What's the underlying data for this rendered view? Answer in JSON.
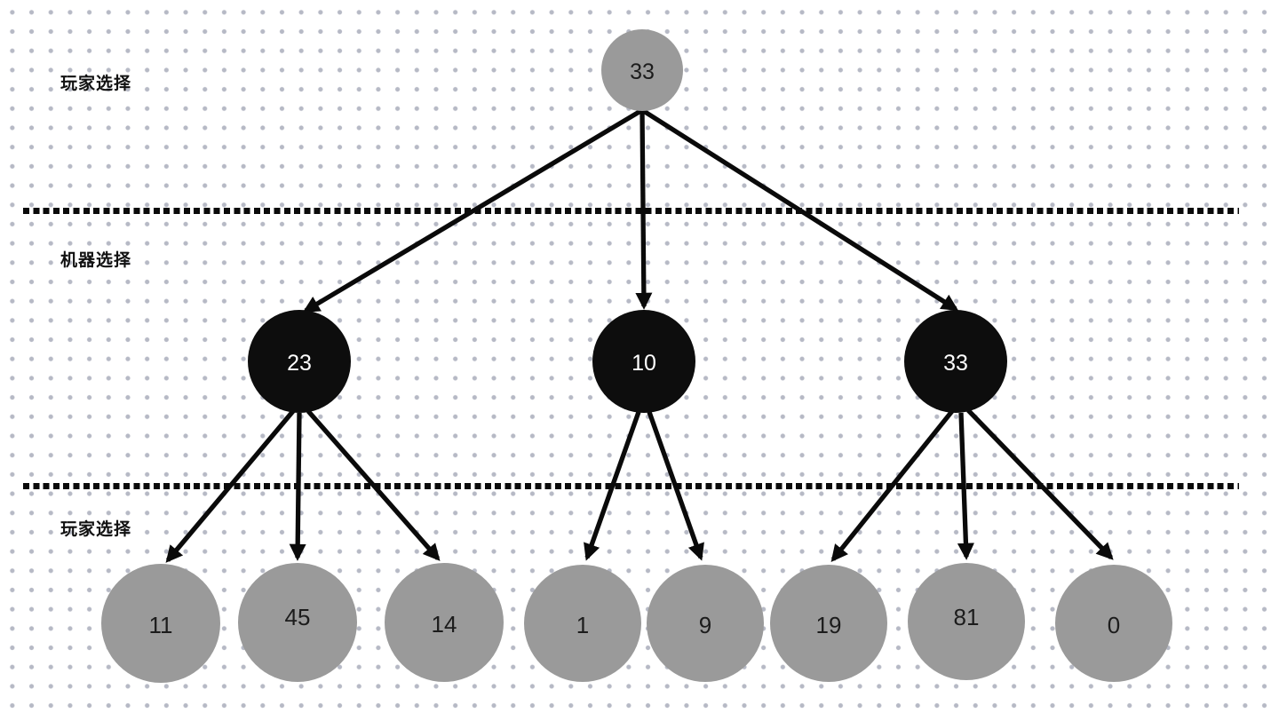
{
  "labels": {
    "level1": "玩家选择",
    "level2": "机器选择",
    "level3": "玩家选择"
  },
  "colors": {
    "canvas_bg": "#ffffff",
    "dot_grid": "#b6b9c5",
    "divider": "#0a0a0a",
    "edge": "#0a0a0a",
    "root_fill": "#9a9a9a",
    "machine_fill": "#0d0d0d",
    "leaf_fill": "#9a9a9a",
    "root_text": "#1c1c1c",
    "machine_text": "#ffffff",
    "leaf_text": "#1c1c1c"
  },
  "tree": {
    "root": {
      "value": "33",
      "level": "玩家选择"
    },
    "machine_nodes": [
      {
        "value": "23",
        "children": [
          "11",
          "45",
          "14"
        ]
      },
      {
        "value": "10",
        "children": [
          "1",
          "9"
        ]
      },
      {
        "value": "33",
        "children": [
          "19",
          "81",
          "0"
        ]
      }
    ],
    "leaves": [
      {
        "value": "11"
      },
      {
        "value": "45"
      },
      {
        "value": "14"
      },
      {
        "value": "1"
      },
      {
        "value": "9"
      },
      {
        "value": "19"
      },
      {
        "value": "81"
      },
      {
        "value": "0"
      }
    ]
  }
}
